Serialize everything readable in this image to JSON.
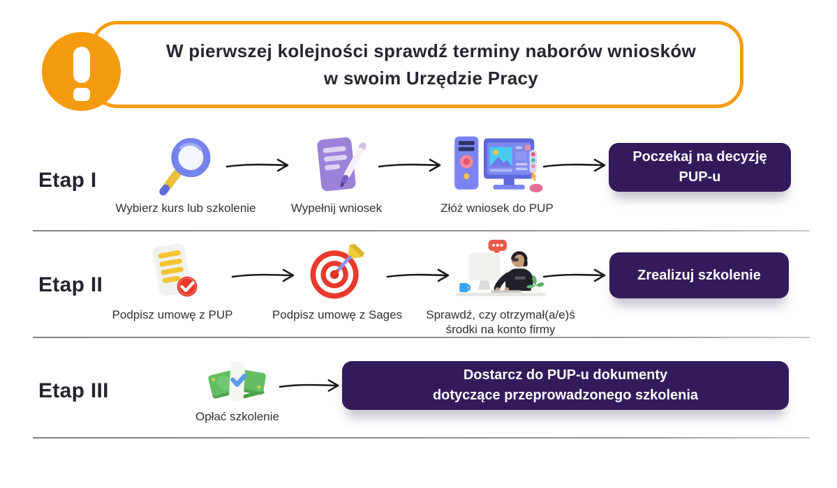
{
  "banner": {
    "line1": "W pierwszej kolejności sprawdź terminy naborów wniosków",
    "line2": "w swoim Urzędzie Pracy",
    "icon": "exclamation-icon"
  },
  "colors": {
    "accent_orange": "#F59B0F",
    "result_box_purple": "#331B5B",
    "heading_text": "#24242C",
    "caption_text": "#303036",
    "divider_gray": "#8D8D8D"
  },
  "stages": [
    {
      "label": "Etap I",
      "steps": [
        {
          "icon": "magnifier-icon",
          "caption": "Wybierz kurs lub szkolenie"
        },
        {
          "icon": "form-pen-icon",
          "caption": "Wypełnij wniosek"
        },
        {
          "icon": "computer-icon",
          "caption": "Złóż wniosek do PUP"
        }
      ],
      "result": {
        "line1": "Poczekaj na decyzję",
        "line2": "PUP-u"
      }
    },
    {
      "label": "Etap II",
      "steps": [
        {
          "icon": "contract-check-icon",
          "caption": "Podpisz umowę z PUP"
        },
        {
          "icon": "target-dart-icon",
          "caption": "Podpisz umowę z Sages"
        },
        {
          "icon": "person-computer-icon",
          "caption_line1": "Sprawdź, czy otrzymał(a/e)ś",
          "caption_line2": "środki na konto firmy"
        }
      ],
      "result": {
        "line1": "Zrealizuj szkolenie"
      }
    },
    {
      "label": "Etap III",
      "steps": [
        {
          "icon": "money-icon",
          "caption": "Opłać szkolenie"
        }
      ],
      "result": {
        "line1": "Dostarcz do PUP-u dokumenty",
        "line2": "dotyczące przeprowadzonego szkolenia"
      }
    }
  ]
}
